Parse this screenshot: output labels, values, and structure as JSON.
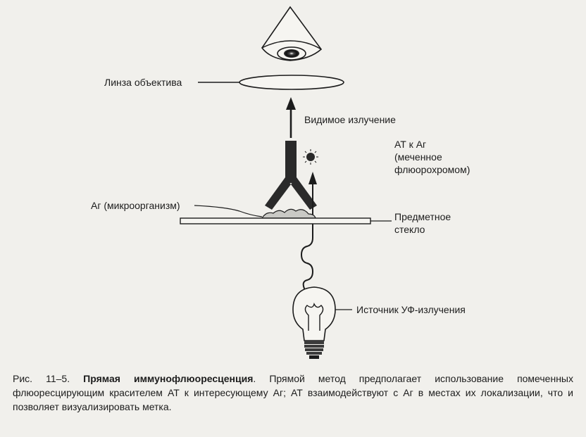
{
  "labels": {
    "objective_lens": "Линза объектива",
    "visible_light": "Видимое излучение",
    "antibody": [
      "АТ к Аг",
      "(меченное",
      "флюорохромом)"
    ],
    "antigen": "Аг (микроорганизм)",
    "slide": [
      "Предметное",
      "стекло"
    ],
    "uv_source": "Источник УФ-излучения"
  },
  "caption": {
    "figure_number": "Рис. 11–5.",
    "title": "Прямая иммунофлюоресценция",
    "text": ". Прямой метод предполагает использование помеченных флюоресцирующим красителем АТ к интересующему Аг; АТ взаимодействуют с Аг в местах их локализации, что и позволяет визуализировать метка."
  }
}
